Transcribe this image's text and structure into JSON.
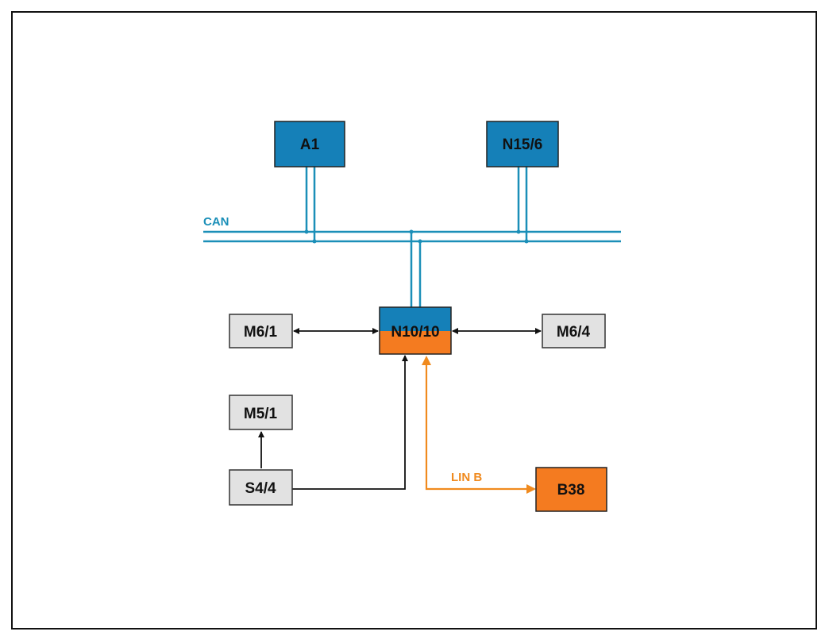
{
  "diagram": {
    "bus_can": {
      "label": "CAN",
      "color": "#1b8fb8"
    },
    "bus_lin": {
      "label": "LIN B",
      "color": "#f08a1e"
    },
    "colors": {
      "ecu_blue": "#1580b8",
      "ecu_orange": "#f47b20",
      "component_gray": "#e2e2e2",
      "wire": "#111111"
    },
    "nodes": {
      "a1": "A1",
      "n15_6": "N15/6",
      "n10_10": "N10/10",
      "m6_1": "M6/1",
      "m6_4": "M6/4",
      "m5_1": "M5/1",
      "s4_4": "S4/4",
      "b38": "B38"
    }
  }
}
